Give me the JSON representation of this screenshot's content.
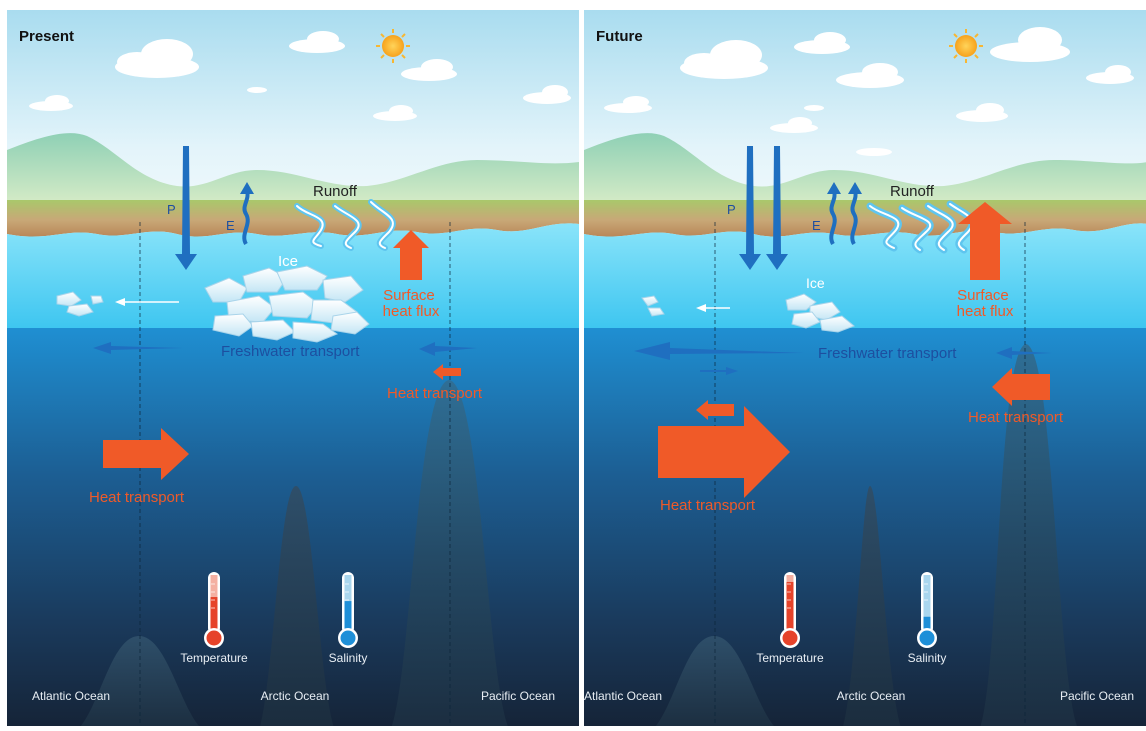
{
  "panels": [
    {
      "title": "Present",
      "labels": {
        "precip": "P",
        "evap": "E",
        "runoff": "Runoff",
        "ice": "Ice",
        "surface_flux": [
          "Surface",
          "heat flux"
        ],
        "freshwater": "Freshwater transport",
        "heat_upper": "Heat transport",
        "heat_deep": "Heat transport",
        "temperature": "Temperature",
        "salinity": "Salinity",
        "atlantic": "Atlantic Ocean",
        "arctic": "Arctic Ocean",
        "pacific": "Pacific Ocean"
      },
      "levels": {
        "temperature": 0.62,
        "salinity": 0.55
      }
    },
    {
      "title": "Future",
      "labels": {
        "precip": "P",
        "evap": "E",
        "runoff": "Runoff",
        "ice": "Ice",
        "surface_flux": [
          "Surface",
          "heat flux"
        ],
        "freshwater": "Freshwater transport",
        "heat_upper": "Heat transport",
        "heat_deep": "Heat transport",
        "temperature": "Temperature",
        "salinity": "Salinity",
        "atlantic": "Atlantic Ocean",
        "arctic": "Arctic Ocean",
        "pacific": "Pacific Ocean"
      },
      "levels": {
        "temperature": 0.88,
        "salinity": 0.28
      }
    }
  ],
  "colors": {
    "orange": "#f05a28",
    "blue_arrow": "#1f6fc0",
    "label_blue": "#1d4fa0",
    "white": "#ffffff"
  }
}
